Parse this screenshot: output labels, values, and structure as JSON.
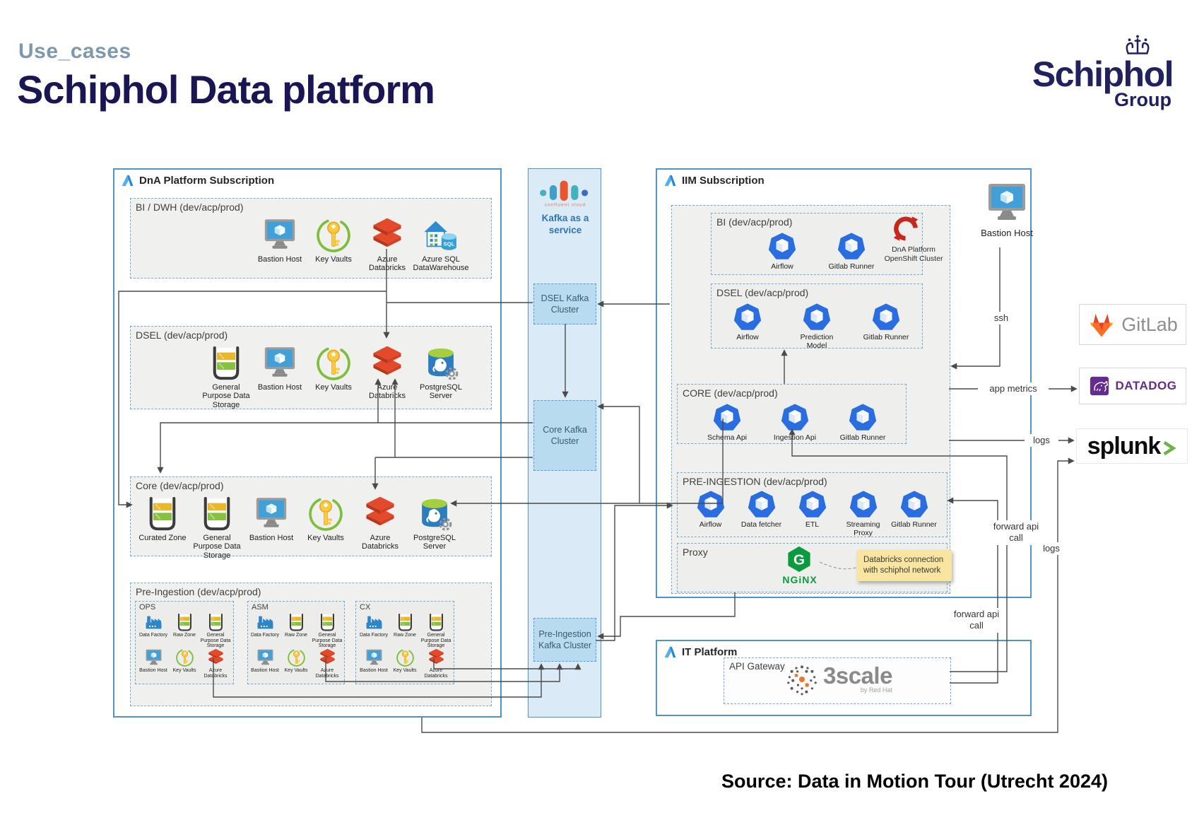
{
  "header": {
    "kicker": "Use_cases",
    "title": "Schiphol Data platform"
  },
  "brand": {
    "name": "Schiphol",
    "sub": "Group"
  },
  "source": "Source: Data in Motion Tour (Utrecht 2024)",
  "colors": {
    "navy": "#1a1653",
    "box_blue": "#4e94c8",
    "kafka_fill": "#b9dbf0",
    "kafka_col": "#daeaf6",
    "section_gray": "#f0f0ee",
    "hepta_blue": "#2a6de0",
    "databricks_red": "#e5492c",
    "nginx_green": "#0a9b3e",
    "datadog_purple": "#632c8f",
    "splunk_green": "#6bb344",
    "note_yellow": "#fae5a0"
  },
  "dna": {
    "title": "DnA Platform Subscription",
    "sections": [
      {
        "label": "BI / DWH (dev/acp/prod)",
        "items": [
          {
            "icon": "bastion",
            "label": "Bastion Host"
          },
          {
            "icon": "keyvault",
            "label": "Key Vaults"
          },
          {
            "icon": "databricks",
            "label": "Azure Databricks"
          },
          {
            "icon": "sqldw",
            "label": "Azure SQL DataWarehouse"
          }
        ]
      },
      {
        "label": "DSEL (dev/acp/prod)",
        "items": [
          {
            "icon": "storage",
            "label": "General Purpose Data Storage"
          },
          {
            "icon": "bastion",
            "label": "Bastion Host"
          },
          {
            "icon": "keyvault",
            "label": "Key Vaults"
          },
          {
            "icon": "databricks",
            "label": "Azure Databricks"
          },
          {
            "icon": "postgres",
            "label": "PostgreSQL Server"
          }
        ]
      },
      {
        "label": "Core (dev/acp/prod)",
        "items": [
          {
            "icon": "storage",
            "label": "Curated Zone"
          },
          {
            "icon": "storage",
            "label": "General Purpose Data Storage"
          },
          {
            "icon": "bastion",
            "label": "Bastion Host"
          },
          {
            "icon": "keyvault",
            "label": "Key Vaults"
          },
          {
            "icon": "databricks",
            "label": "Azure Databricks"
          },
          {
            "icon": "postgres",
            "label": "PostgreSQL Server"
          }
        ]
      },
      {
        "label": "Pre-Ingestion (dev/acp/prod)",
        "groups": [
          {
            "label": "OPS",
            "rows": [
              [
                {
                  "icon": "datafactory",
                  "label": "Data Factory"
                },
                {
                  "icon": "storage",
                  "label": "Raw Zone"
                },
                {
                  "icon": "storage",
                  "label": "General Purpose Data Storage"
                }
              ],
              [
                {
                  "icon": "bastion",
                  "label": "Bastion Host"
                },
                {
                  "icon": "keyvault",
                  "label": "Key Vaults"
                },
                {
                  "icon": "databricks",
                  "label": "Azure Databricks"
                }
              ]
            ]
          },
          {
            "label": "ASM",
            "rows": [
              [
                {
                  "icon": "datafactory",
                  "label": "Data Factory"
                },
                {
                  "icon": "storage",
                  "label": "Raw Zone"
                },
                {
                  "icon": "storage",
                  "label": "General Purpose Data Storage"
                }
              ],
              [
                {
                  "icon": "bastion",
                  "label": "Bastion Host"
                },
                {
                  "icon": "keyvault",
                  "label": "Key Vaults"
                },
                {
                  "icon": "databricks",
                  "label": "Azure Databricks"
                }
              ]
            ]
          },
          {
            "label": "CX",
            "rows": [
              [
                {
                  "icon": "datafactory",
                  "label": "Data Factory"
                },
                {
                  "icon": "storage",
                  "label": "Raw Zone"
                },
                {
                  "icon": "storage",
                  "label": "General Purpose Data Storage"
                }
              ],
              [
                {
                  "icon": "bastion",
                  "label": "Bastion Host"
                },
                {
                  "icon": "keyvault",
                  "label": "Key Vaults"
                },
                {
                  "icon": "databricks",
                  "label": "Azure Databricks"
                }
              ]
            ]
          }
        ]
      }
    ]
  },
  "kafka": {
    "logo_text": "confluent cloud",
    "title": "Kafka as a service",
    "clusters": [
      "DSEL Kafka Cluster",
      "Core Kafka Cluster",
      "Pre-Ingestion Kafka Cluster"
    ]
  },
  "iim": {
    "title": "IIM Subscription",
    "openshift_label": "DnA Platform OpenShift Cluster",
    "bastion_label": "Bastion Host",
    "sections": [
      {
        "label": "BI (dev/acp/prod)",
        "items": [
          {
            "icon": "app",
            "label": "Airflow"
          },
          {
            "icon": "app",
            "label": "Gitlab Runner"
          }
        ]
      },
      {
        "label": "DSEL (dev/acp/prod)",
        "items": [
          {
            "icon": "app",
            "label": "Airflow"
          },
          {
            "icon": "app",
            "label": "Prediction Model"
          },
          {
            "icon": "app",
            "label": "Gitlab Runner"
          }
        ]
      },
      {
        "label": "CORE (dev/acp/prod)",
        "items": [
          {
            "icon": "app",
            "label": "Schema Api"
          },
          {
            "icon": "app",
            "label": "Ingestion Api"
          },
          {
            "icon": "app",
            "label": "Gitlab Runner"
          }
        ]
      },
      {
        "label": "PRE-INGESTION (dev/acp/prod)",
        "items": [
          {
            "icon": "app",
            "label": "Airflow"
          },
          {
            "icon": "app",
            "label": "Data fetcher"
          },
          {
            "icon": "app",
            "label": "ETL"
          },
          {
            "icon": "app",
            "label": "Streaming Proxy"
          },
          {
            "icon": "app",
            "label": "Gitlab Runner"
          }
        ]
      }
    ],
    "proxy": {
      "label": "Proxy",
      "logo_text": "NGiNX",
      "note": "Databricks connection with schiphol network"
    }
  },
  "it_platform": {
    "title": "IT Platform",
    "gateway_label": "API Gateway",
    "logo_text": "3scale",
    "logo_sub": "by Red Hat"
  },
  "external": {
    "gitlab": "GitLab",
    "datadog": "DATADOG",
    "splunk": "splunk"
  },
  "edge_labels": {
    "ssh": "ssh",
    "app_metrics": "app metrics",
    "logs_splunk": "logs",
    "logs_bottom": "logs",
    "forward_api_call_1": "forward api call",
    "forward_api_call_2": "forward api call"
  }
}
